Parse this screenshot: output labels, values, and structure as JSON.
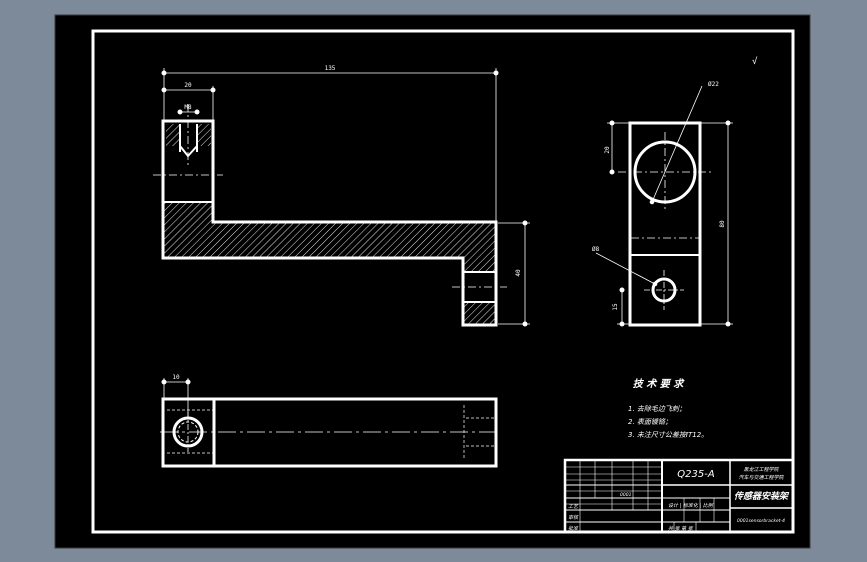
{
  "window": {
    "background_color": "#7d8a9a",
    "canvas_color": "#000000",
    "line_color": "#ffffff"
  },
  "dimensions": {
    "length_135": "135",
    "width_20": "20",
    "hole_m8": "M8",
    "height_40": "40",
    "circle_phi22": "Ø22",
    "dim_20": "20",
    "dim_80": "80",
    "hole_phi8": "Ø8",
    "dim_15": "15",
    "bottom_dim_10": "10"
  },
  "surface_mark": "√",
  "tech_requirements": {
    "title": "技 术 要 求",
    "items": [
      "1. 去除毛边飞刺；",
      "2. 表面镀铬；",
      "3. 未注尺寸公差按IT12。"
    ]
  },
  "title_block": {
    "material": "Q235-A",
    "school": "黑龙江工程学院",
    "school_sub": "汽车与交通工程学院",
    "part_name": "传感器安装架",
    "drawing_no": "0001",
    "row_a": "设计 | 标准化 | 比例",
    "row_b": "审核",
    "row_c": "共 张 第 张",
    "row_d": "工艺",
    "row_e": "批准",
    "sheet_info": "0001sensorbracket-4"
  }
}
